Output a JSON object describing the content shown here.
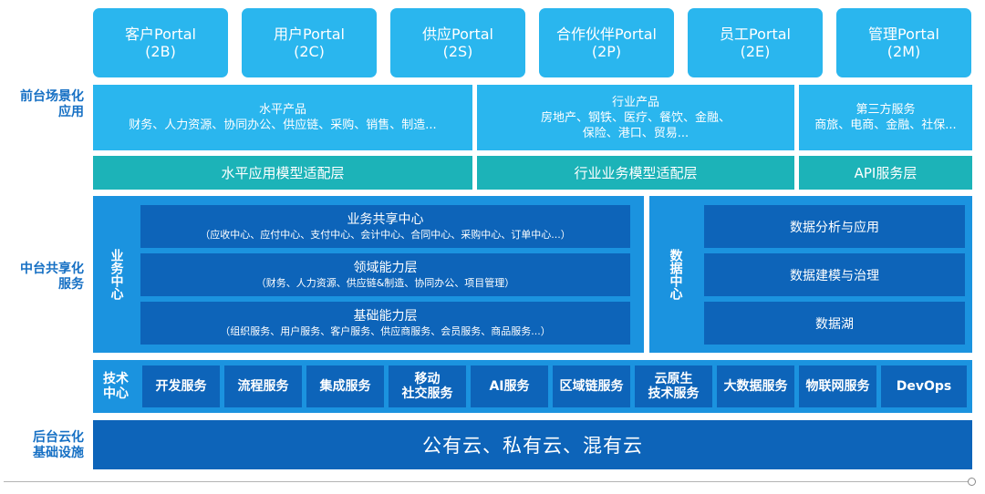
{
  "layers": {
    "front": "前台场景化\n应用",
    "middle": "中台共享化\n服务",
    "back": "后台云化\n基础设施"
  },
  "portals": [
    {
      "name": "客户Portal",
      "code": "(2B)"
    },
    {
      "name": "用户Portal",
      "code": "(2C)"
    },
    {
      "name": "供应Portal",
      "code": "(2S)"
    },
    {
      "name": "合作伙伴Portal",
      "code": "(2P)"
    },
    {
      "name": "员工Portal",
      "code": "(2E)"
    },
    {
      "name": "管理Portal",
      "code": "(2M)"
    }
  ],
  "products": {
    "horizontal": {
      "title": "水平产品",
      "items": "财务、人力资源、协同办公、供应链、采购、销售、制造..."
    },
    "industry": {
      "title": "行业产品",
      "items": "房地产、钢铁、医疗、餐饮、金融、\n保险、港口、贸易..."
    },
    "third_party": {
      "title": "第三方服务",
      "items": "商旅、电商、金融、社保..."
    }
  },
  "adapters": {
    "horizontal": "水平应用模型适配层",
    "industry": "行业业务模型适配层",
    "api": "API服务层"
  },
  "business_center": {
    "label": "业务中心",
    "shared": {
      "title": "业务共享中心",
      "items": "（应收中心、应付中心、支付中心、会计中心、合同中心、采购中心、订单中心...）"
    },
    "domain": {
      "title": "领域能力层",
      "items": "（财务、人力资源、供应链&制造、协同办公、项目管理）"
    },
    "base": {
      "title": "基础能力层",
      "items": "（组织服务、用户服务、客户服务、供应商服务、会员服务、商品服务...）"
    }
  },
  "data_center": {
    "label": "数据中心",
    "analytics": "数据分析与应用",
    "modeling": "数据建模与治理",
    "lake": "数据湖"
  },
  "tech_center": {
    "label": "技术\n中心",
    "items": [
      "开发服务",
      "流程服务",
      "集成服务",
      "移动\n社交服务",
      "AI服务",
      "区域链服务",
      "云原生\n技术服务",
      "大数据服务",
      "物联网服务",
      "DevOps"
    ]
  },
  "cloud": "公有云、私有云、混有云",
  "colors": {
    "light_blue": "#2ab6ee",
    "teal": "#1cb3b8",
    "medium_blue": "#1b93df",
    "dark_blue": "#0d64b9",
    "label_blue": "#1670c4"
  }
}
